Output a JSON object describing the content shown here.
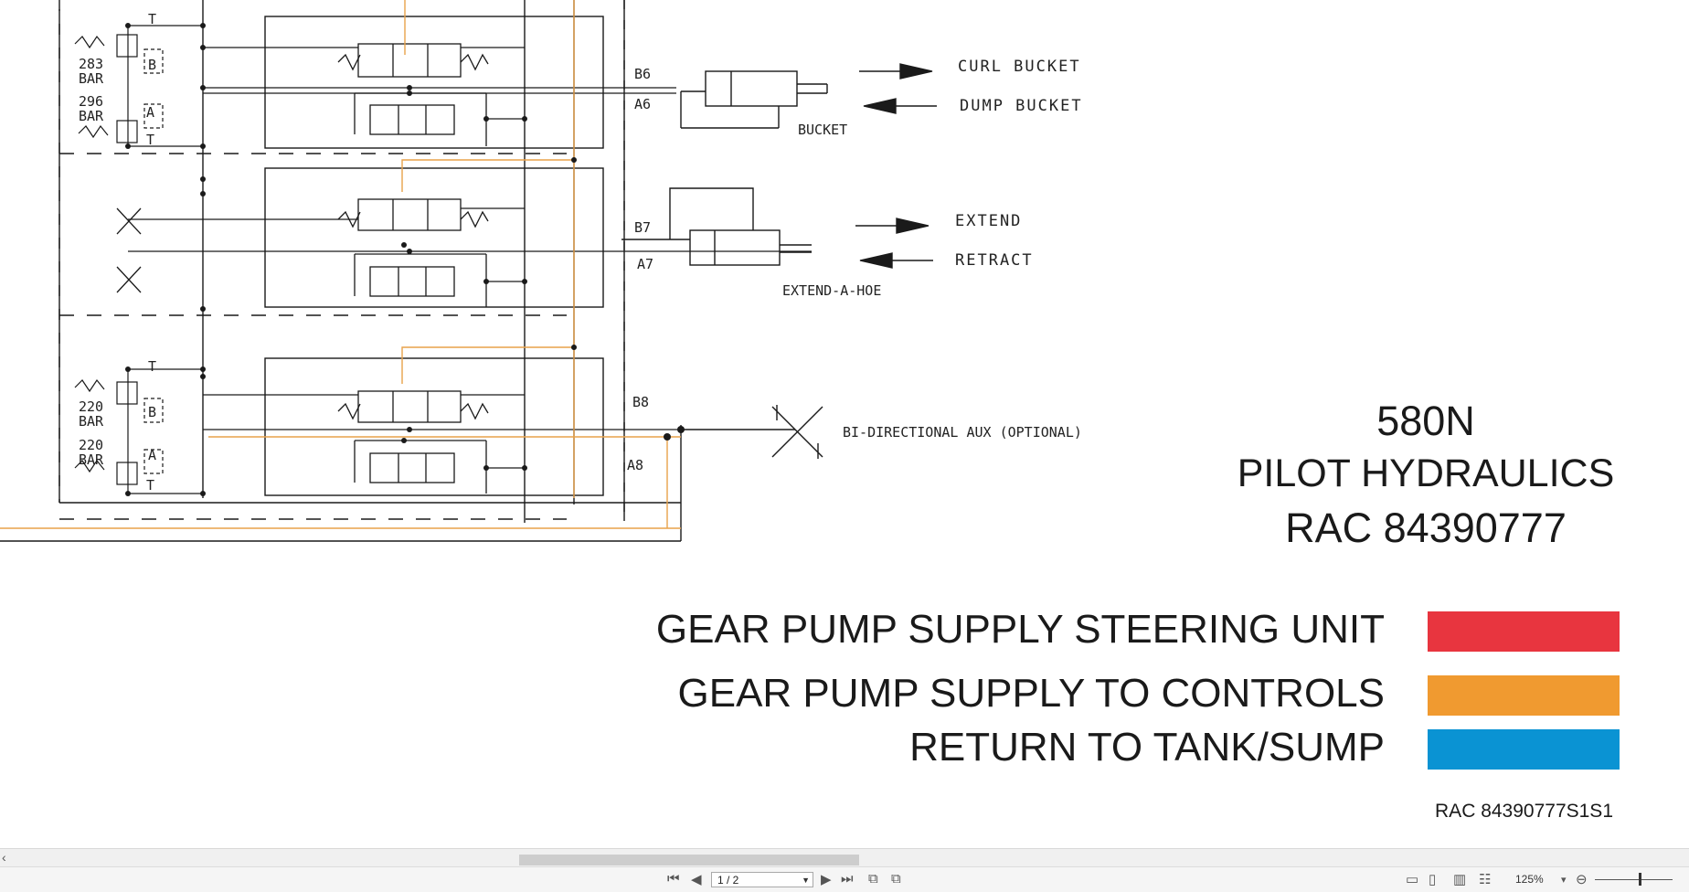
{
  "schematic": {
    "relief_labels": [
      {
        "value": "283",
        "unit": "BAR"
      },
      {
        "value": "296",
        "unit": "BAR"
      },
      {
        "value": "220",
        "unit": "BAR"
      },
      {
        "value": "220",
        "unit": "BAR"
      }
    ],
    "port_letters": {
      "t": "T",
      "a": "A",
      "b": "B"
    },
    "ports": [
      "B6",
      "A6",
      "B7",
      "A7",
      "B8",
      "A8"
    ],
    "functions": [
      {
        "cylinder": "BUCKET",
        "forward": "CURL BUCKET",
        "reverse": "DUMP BUCKET"
      },
      {
        "cylinder": "EXTEND-A-HOE",
        "forward": "EXTEND",
        "reverse": "RETRACT"
      }
    ],
    "aux_label": "BI-DIRECTIONAL AUX (OPTIONAL)"
  },
  "title": {
    "model": "580N",
    "description": "PILOT HYDRAULICS",
    "rac": "RAC 84390777"
  },
  "legend": [
    {
      "label": "GEAR PUMP SUPPLY STEERING UNIT",
      "color": "#e8353f"
    },
    {
      "label": "GEAR PUMP SUPPLY TO CONTROLS",
      "color": "#f09a30"
    },
    {
      "label": "RETURN TO TANK/SUMP",
      "color": "#0a93d3"
    }
  ],
  "sheet_ref": "RAC 84390777S1S1",
  "colors": {
    "pilot_line": "#e8a24a",
    "line": "#1a1a1a"
  },
  "viewer": {
    "page_indicator": "1 / 2",
    "zoom": "125%",
    "icons": [
      "first-page-icon",
      "prev-page-icon",
      "next-page-icon",
      "last-page-icon",
      "view-mode-icon",
      "zoom-out-icon"
    ]
  }
}
